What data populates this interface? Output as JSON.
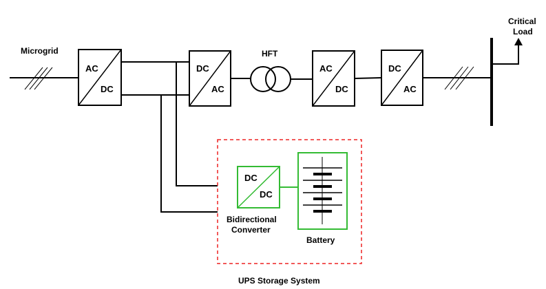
{
  "labels": {
    "microgrid": "Microgrid",
    "hft": "HFT",
    "critical_load_line1": "Critical",
    "critical_load_line2": "Load",
    "bidirectional_line1": "Bidirectional",
    "bidirectional_line2": "Converter",
    "battery": "Battery",
    "ups_storage_system": "UPS Storage System"
  },
  "converters": {
    "rectifier": {
      "top": "AC",
      "bottom": "DC"
    },
    "inverter1": {
      "top": "DC",
      "bottom": "AC"
    },
    "rectifier2": {
      "top": "AC",
      "bottom": "DC"
    },
    "inverter2": {
      "top": "DC",
      "bottom": "AC"
    },
    "bidirectional": {
      "top": "DC",
      "bottom": "DC"
    }
  },
  "colors": {
    "line": "#000000",
    "storage_green": "#33bb33",
    "boundary_red": "#ee2222"
  }
}
